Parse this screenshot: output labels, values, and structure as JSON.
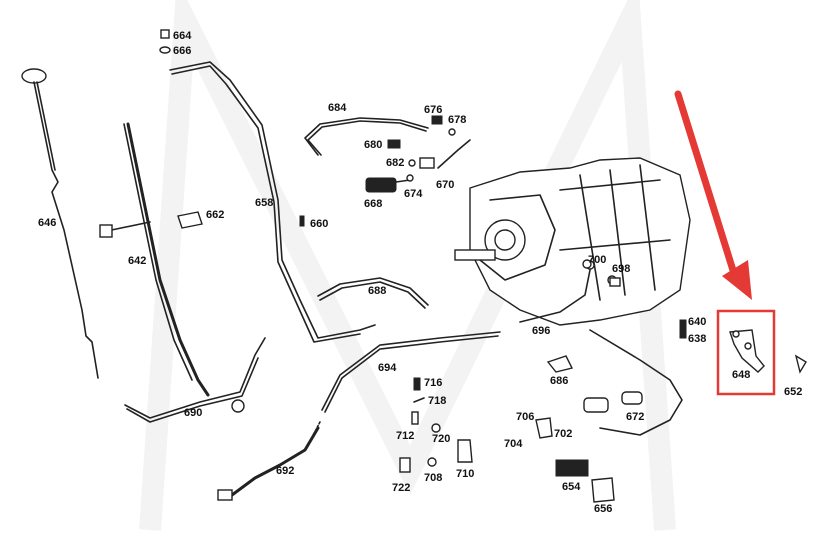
{
  "labels": [
    {
      "id": "646",
      "text": "646"
    },
    {
      "id": "642",
      "text": "642"
    },
    {
      "id": "662",
      "text": "662"
    },
    {
      "id": "664",
      "text": "664"
    },
    {
      "id": "666",
      "text": "666"
    },
    {
      "id": "658",
      "text": "658"
    },
    {
      "id": "660",
      "text": "660"
    },
    {
      "id": "684",
      "text": "684"
    },
    {
      "id": "676",
      "text": "676"
    },
    {
      "id": "678",
      "text": "678"
    },
    {
      "id": "680",
      "text": "680"
    },
    {
      "id": "682",
      "text": "682"
    },
    {
      "id": "670",
      "text": "670"
    },
    {
      "id": "674",
      "text": "674"
    },
    {
      "id": "668",
      "text": "668"
    },
    {
      "id": "688",
      "text": "688"
    },
    {
      "id": "700",
      "text": "700"
    },
    {
      "id": "698",
      "text": "698"
    },
    {
      "id": "696",
      "text": "696"
    },
    {
      "id": "640",
      "text": "640"
    },
    {
      "id": "638",
      "text": "638"
    },
    {
      "id": "648",
      "text": "648"
    },
    {
      "id": "652",
      "text": "652"
    },
    {
      "id": "694",
      "text": "694"
    },
    {
      "id": "716",
      "text": "716"
    },
    {
      "id": "718",
      "text": "718"
    },
    {
      "id": "686",
      "text": "686"
    },
    {
      "id": "690",
      "text": "690"
    },
    {
      "id": "712",
      "text": "712"
    },
    {
      "id": "720",
      "text": "720"
    },
    {
      "id": "706",
      "text": "706"
    },
    {
      "id": "702",
      "text": "702"
    },
    {
      "id": "704",
      "text": "704"
    },
    {
      "id": "672",
      "text": "672"
    },
    {
      "id": "692",
      "text": "692"
    },
    {
      "id": "722",
      "text": "722"
    },
    {
      "id": "708",
      "text": "708"
    },
    {
      "id": "710",
      "text": "710"
    },
    {
      "id": "654",
      "text": "654"
    },
    {
      "id": "656",
      "text": "656"
    }
  ],
  "highlight": {
    "part": "648",
    "color": "#e53935"
  },
  "arrow_color": "#e53935"
}
